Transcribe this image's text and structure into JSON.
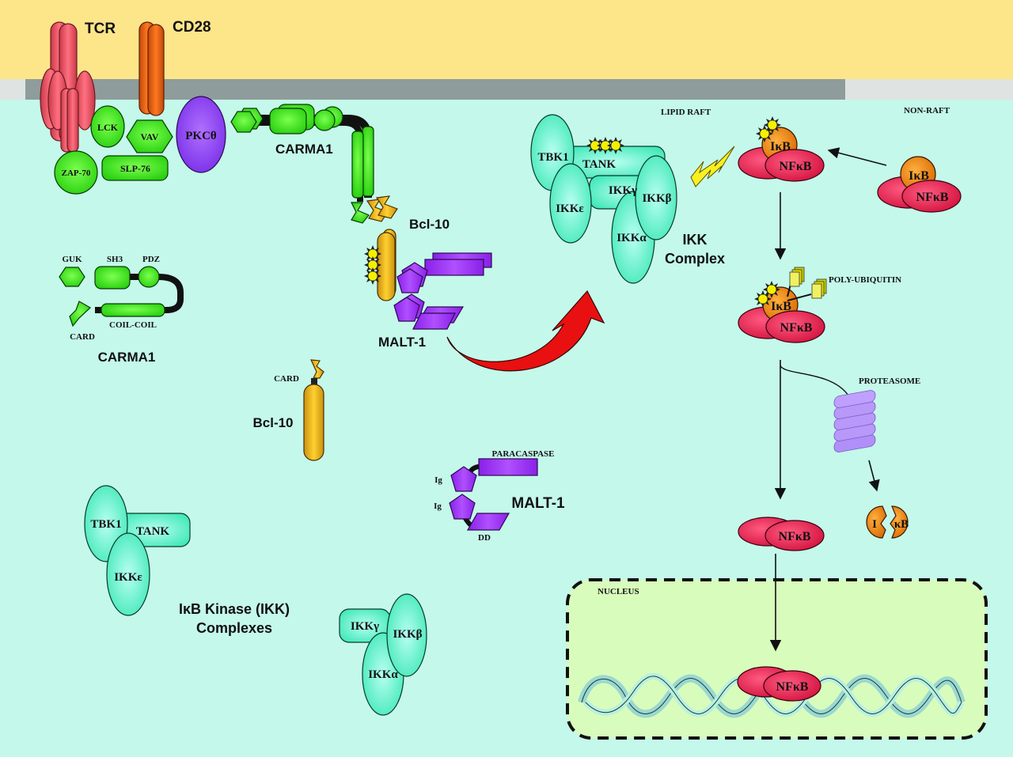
{
  "colors": {
    "extracellular": "#fde58a",
    "membrane_raft": "#8f9c9c",
    "membrane_nonraft": "#dfe4e2",
    "cytoplasm": "#c4f8ea",
    "nucleus": "#d8fcbc",
    "tcr": "#e0505e",
    "cd28": "#e8601a",
    "carma_green": "#3ee020",
    "pkc_purple": "#8a48f0",
    "bcl10_gold": "#e0b020",
    "malt1_purple": "#9a2ef0",
    "ikk_teal": "#4ceec0",
    "nfkb_red": "#e01a48",
    "ikb_orange": "#f08a10",
    "phospho_yellow": "#f4f000",
    "proteasome": "#b090f8",
    "arrow_red": "#e81010"
  },
  "membrane": {
    "receptors": {
      "tcr": "TCR",
      "cd28": "CD28"
    },
    "regions": {
      "lipid_raft": "LIPID RAFT",
      "non_raft": "NON-RAFT"
    }
  },
  "signalosome": {
    "lck": "LCK",
    "vav": "VAV",
    "zap70": "ZAP-70",
    "slp76": "SLP-76",
    "pkc": "PKCθ",
    "carma1": "CARMA1",
    "bcl10": "Bcl-10",
    "malt1": "MALT-1"
  },
  "ikk_complex": {
    "tbk1": "TBK1",
    "tank": "TANK",
    "ikke": "IKKε",
    "ikkg": "IKKγ",
    "ikkb": "IKKβ",
    "ikka": "IKKα",
    "title_line1": "IKK",
    "title_line2": "Complex"
  },
  "nfkb_pathway": {
    "ikb": "IκB",
    "nfkb": "NFκB",
    "poly_ubiquitin": "POLY-UBIQUITIN",
    "proteasome": "PROTEASOME",
    "nucleus": "NUCLEUS",
    "degraded_ikb_left": "I",
    "degraded_ikb_right": "κB"
  },
  "legend": {
    "carma1_domains": {
      "guk": "GUK",
      "sh3": "SH3",
      "pdz": "PDZ",
      "card": "CARD",
      "coil": "COIL-COIL",
      "title": "CARMA1"
    },
    "bcl10_domains": {
      "card": "CARD",
      "title": "Bcl-10"
    },
    "malt1_domains": {
      "paracaspase": "PARACASPASE",
      "ig1": "Ig",
      "ig2": "Ig",
      "dd": "DD",
      "title": "MALT-1"
    },
    "ikk_complexes": {
      "tbk1": "TBK1",
      "tank": "TANK",
      "ikke": "IKKε",
      "ikkg": "IKKγ",
      "ikkb": "IKKβ",
      "ikka": "IKKα",
      "title_line1": "IκB Kinase (IKK)",
      "title_line2": "Complexes"
    }
  }
}
